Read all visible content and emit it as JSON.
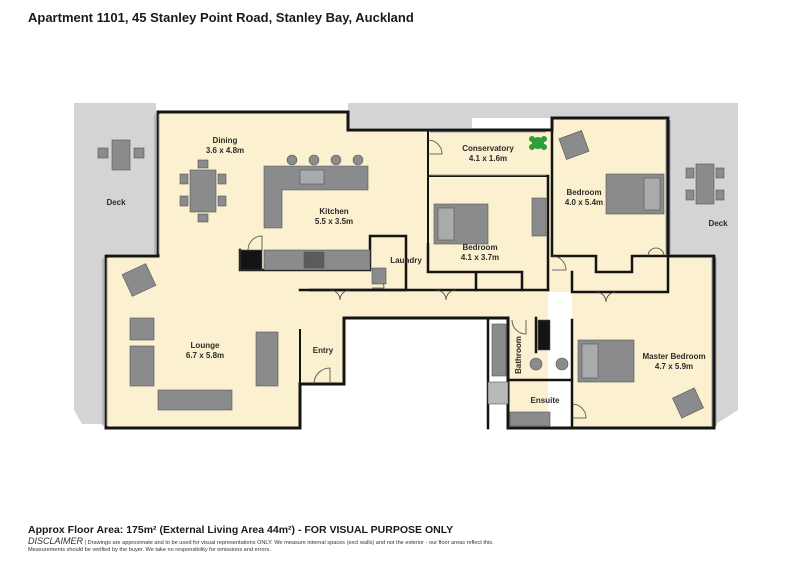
{
  "title": "Apartment 1101, 45 Stanley Point Road, Stanley Bay, Auckland",
  "rooms": {
    "dining": {
      "name": "Dining",
      "size": "3.6 x 4.8m"
    },
    "conservatory": {
      "name": "Conservatory",
      "size": "4.1 x 1.6m"
    },
    "bedroom_ne": {
      "name": "Bedroom",
      "size": "4.0 x 5.4m"
    },
    "kitchen": {
      "name": "Kitchen",
      "size": "5.5 x 3.5m"
    },
    "bedroom_mid": {
      "name": "Bedroom",
      "size": "4.1 x 3.7m"
    },
    "laundry": {
      "name": "Laundry"
    },
    "lounge": {
      "name": "Lounge",
      "size": "6.7 x 5.8m"
    },
    "entry": {
      "name": "Entry"
    },
    "bathroom": {
      "name": "Bathroom"
    },
    "ensuite": {
      "name": "Ensuite"
    },
    "master": {
      "name": "Master Bedroom",
      "size": "4.7 x 5.9m"
    },
    "deck_left": {
      "name": "Deck"
    },
    "deck_right": {
      "name": "Deck"
    }
  },
  "footer": {
    "area_label": "Approx Floor Area: 175m² (External Living Area 44m²) - FOR VISUAL PURPOSE ONLY",
    "disclaimer_heading": "DISCLAIMER",
    "disclaimer_text": "| Drawings are approximate and to be used for visual representations ONLY. We measure internal spaces (excl walls) and not the exterior - our floor areas reflect this.",
    "disclaimer_text2": "Measurements should be verified by the buyer. We take no responsibility for omissions and errors."
  },
  "colors": {
    "floor": "#fbf0cf",
    "deck": "#d3d4d6",
    "wall": "#141414",
    "furniture": "#8a8b8d",
    "plant": "#2e9e3a"
  }
}
